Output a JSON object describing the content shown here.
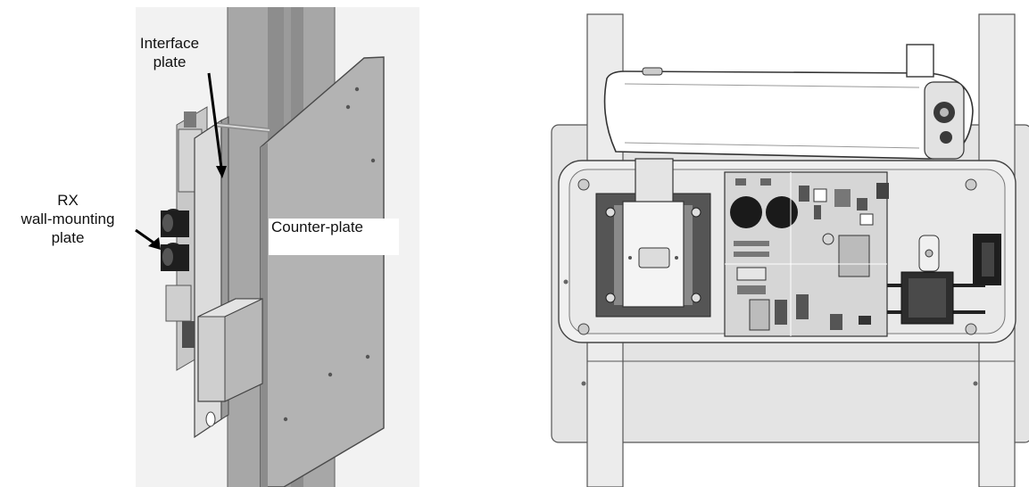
{
  "figure": {
    "left_panel": {
      "labels": {
        "interface_plate": [
          "Interface",
          "plate"
        ],
        "rx_wall_mounting_plate": [
          "RX",
          "wall-mounting",
          "plate"
        ],
        "counter_plate": "Counter-plate"
      }
    },
    "right_panel": {}
  },
  "colors": {
    "metal_light": "#e6e6e6",
    "metal_mid": "#bdbdbd",
    "metal_dark": "#6f6f6f",
    "column": "#a9a9a9",
    "pcb": "#d9d9d9",
    "ink": "#111111"
  }
}
